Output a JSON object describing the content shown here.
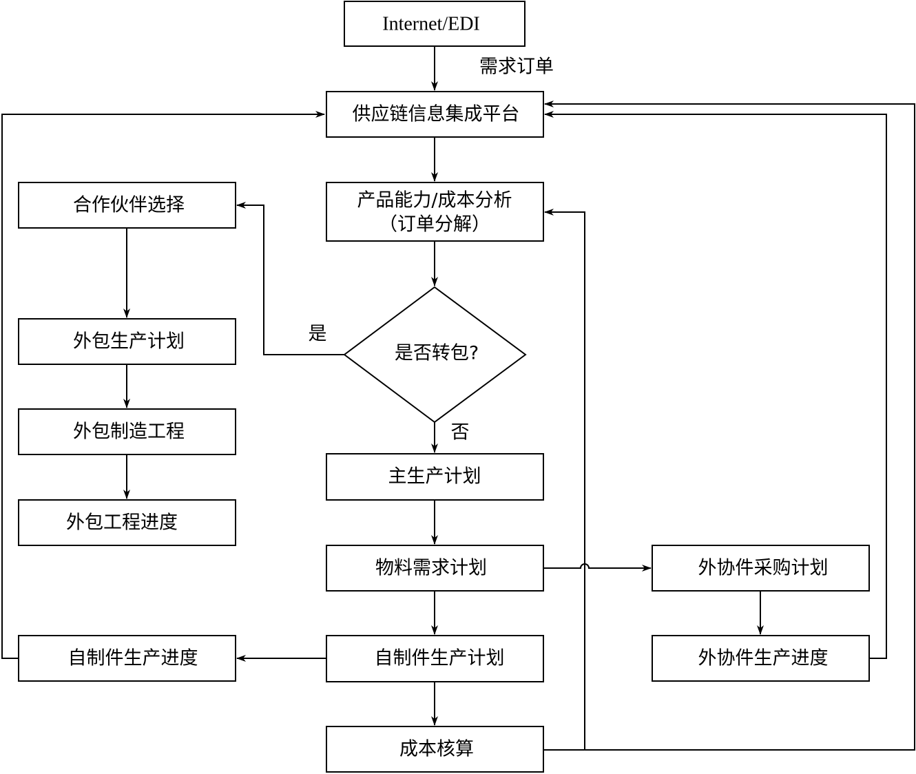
{
  "nodes": {
    "internet_edi": "Internet/EDI",
    "platform": "供应链信息集成平台",
    "analysis_line1": "产品能力/成本分析",
    "analysis_line2": "（订单分解）",
    "decision": "是否转包?",
    "partner_select": "合作伙伴选择",
    "outsource_plan": "外包生产计划",
    "outsource_manufacturing": "外包制造工程",
    "outsource_progress": "外包工程进度",
    "master_plan": "主生产计划",
    "mrp": "物料需求计划",
    "coop_purchase_plan": "外协件采购计划",
    "coop_progress": "外协件生产进度",
    "self_made_plan": "自制件生产计划",
    "self_made_progress": "自制件生产进度",
    "cost_accounting": "成本核算"
  },
  "edge_labels": {
    "demand_order": "需求订单",
    "yes": "是",
    "no": "否"
  }
}
